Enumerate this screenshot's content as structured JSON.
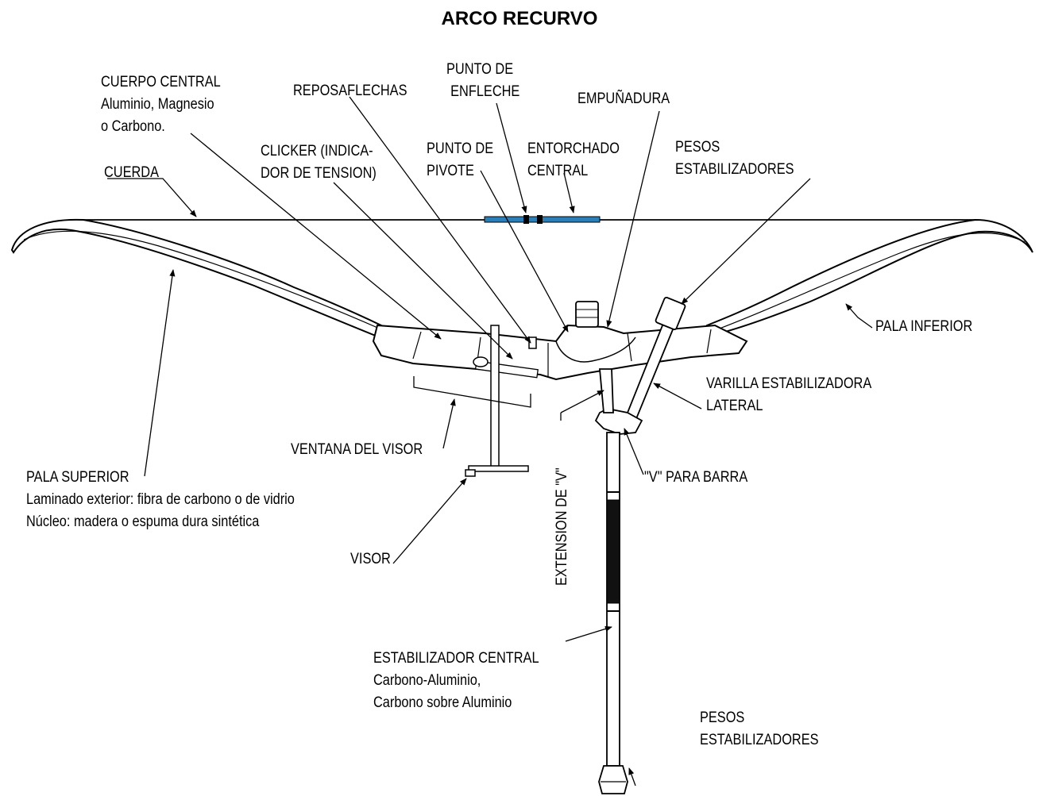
{
  "title": "ARCO RECURVO",
  "labels": {
    "cuerpo_central": [
      "CUERPO CENTRAL",
      "Aluminio, Magnesio",
      "o Carbono."
    ],
    "reposaflechas": "REPOSAFLECHAS",
    "punto_enfleche": [
      "PUNTO DE",
      "ENFLECHE"
    ],
    "empunadura": "EMPUÑADURA",
    "clicker": [
      "CLICKER (INDICA-",
      "DOR DE TENSION)"
    ],
    "punto_pivote": [
      "PUNTO DE",
      "PIVOTE"
    ],
    "entorchado": [
      "ENTORCHADO",
      "CENTRAL"
    ],
    "pesos_top": [
      "PESOS",
      "ESTABILIZADORES"
    ],
    "cuerda": "CUERDA",
    "pala_inferior": "PALA INFERIOR",
    "varilla": [
      "VARILLA ESTABILIZADORA",
      "LATERAL"
    ],
    "ventana_visor": "VENTANA DEL VISOR",
    "v_barra": "\"V\" PARA BARRA",
    "extension_v": "EXTENSION DE \"V\"",
    "pala_superior": [
      "PALA SUPERIOR",
      "Laminado exterior: fibra de carbono o de vidrio",
      "Núcleo: madera o espuma dura sintética"
    ],
    "visor": "VISOR",
    "estabilizador_central": [
      "ESTABILIZADOR CENTRAL",
      "Carbono-Aluminio,",
      "Carbono sobre Aluminio"
    ],
    "pesos_bottom": [
      "PESOS",
      "ESTABILIZADORES"
    ]
  },
  "colors": {
    "line": "#000000",
    "serving": "#2b7fb8",
    "background": "#ffffff"
  }
}
